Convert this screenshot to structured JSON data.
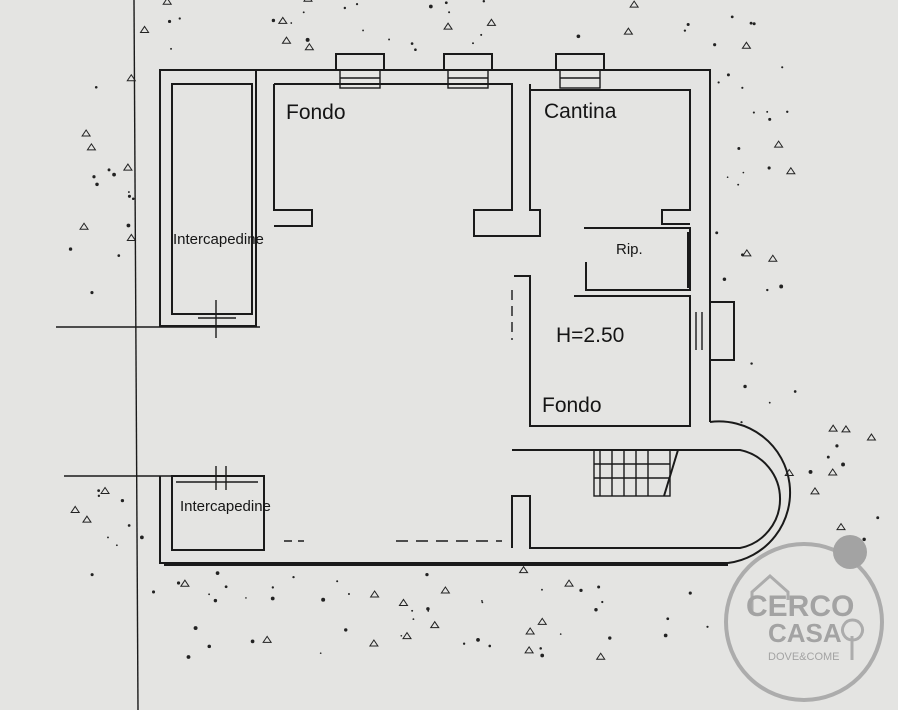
{
  "rooms": {
    "fondo_top": "Fondo",
    "cantina": "Cantina",
    "intercapedine_left": "Intercapedine",
    "ripostiglio": "Rip.",
    "height": "H=2.50",
    "fondo_bottom": "Fondo",
    "intercapedine_bottom": "Intercapedine"
  },
  "watermark": {
    "brand_top": "CERCO",
    "brand_bottom": "CASA",
    "tagline": "DOVE&COME"
  }
}
